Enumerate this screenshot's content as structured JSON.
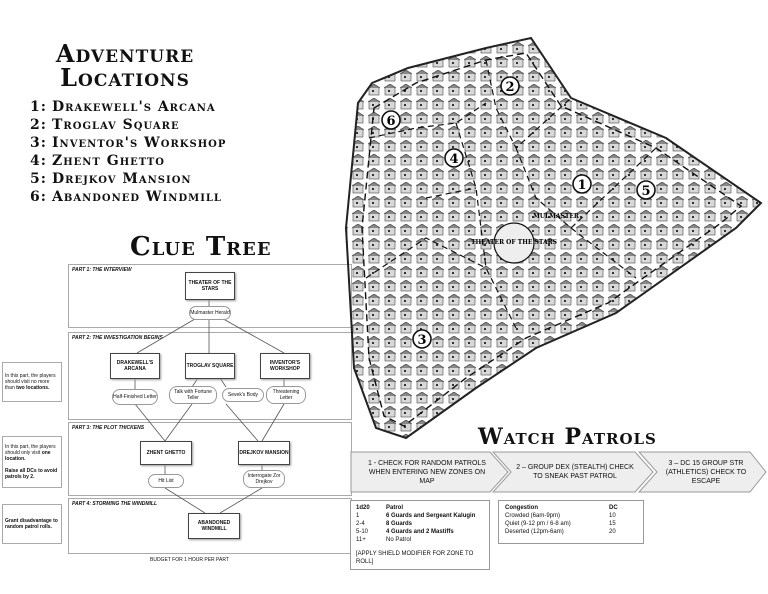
{
  "adventure": {
    "title_line1": "Adventure",
    "title_line2": "Locations",
    "items": [
      {
        "num": "1:",
        "name": "Drakewell's Arcana"
      },
      {
        "num": "2:",
        "name": "Troglav Square"
      },
      {
        "num": "3:",
        "name": "Inventor's Workshop"
      },
      {
        "num": "4:",
        "name": "Zhent Ghetto"
      },
      {
        "num": "5:",
        "name": "Drejkov Mansion"
      },
      {
        "num": "6:",
        "name": "Abandoned Windmill"
      }
    ]
  },
  "clue_tree": {
    "title": "Clue Tree",
    "parts": [
      "PART 1: THE INTERVIEW",
      "PART 2: THE INVESTIGATION BEGINS",
      "PART 3: THE PLOT THICKENS",
      "PART 4: STORMING THE WINDMILL"
    ],
    "nodes": {
      "theater": "THEATER OF THE STARS",
      "drakewell": "DRAKEWELL'S ARCANA",
      "troglav": "TROGLAV SQUARE",
      "inventor": "INVENTOR'S WORKSHOP",
      "zhent": "ZHENT GHETTO",
      "drejkov": "DREJKOV MANSION",
      "windmill": "ABANDONED WINDMILL"
    },
    "clues": {
      "mulmaster": "Mulmaster Herald",
      "half_letter": "Half-Finished Letter",
      "fortune": "Talk with Fortune Teller",
      "sevek": "Sevek's Body",
      "threatening": "Threatening Letter",
      "hit_list": "Hit List",
      "interrogate": "Interrogate Zor Drejkov"
    },
    "notes": {
      "n1_a": "In this part, the players should visit no more than ",
      "n1_b": "two locations.",
      "n2_a": "In this part, the players should only visit ",
      "n2_b": "one location.",
      "n2_c": "Raise all DCs to avoid patrols by 2.",
      "n3": "Grant disadvantage to random patrol rolls."
    },
    "budget": "BUDGET FOR 1 HOUR PER PART"
  },
  "watch": {
    "title": "Watch Patrols",
    "steps": [
      "1 - CHECK FOR RANDOM PATROLS WHEN ENTERING NEW ZONES ON MAP",
      "2 – GROUP DEX (STEALTH) CHECK TO SNEAK PAST PATROL",
      "3 – DC 15 GROUP STR (ATHLETICS) CHECK TO ESCAPE"
    ],
    "patrol_table": {
      "headers": [
        "1d20",
        "Patrol"
      ],
      "rows": [
        [
          "1",
          "6 Guards and Sergeant Kalugin"
        ],
        [
          "2-4",
          "8 Guards"
        ],
        [
          "5-10",
          "4 Guards and 2 Mastiffs"
        ],
        [
          "11+",
          "No Patrol"
        ]
      ],
      "footer": "[APPLY SHIELD MODIFIER FOR ZONE TO ROLL]"
    },
    "congestion_table": {
      "headers": [
        "Congestion",
        "DC"
      ],
      "rows": [
        [
          "Crowded (6am-9pm)",
          "10"
        ],
        [
          "Quiet (9-12 pm / 6-8 am)",
          "15"
        ],
        [
          "Deserted (12pm-6am)",
          "20"
        ]
      ]
    }
  },
  "map": {
    "markers": [
      "1",
      "2",
      "3",
      "4",
      "5",
      "6"
    ],
    "sign1": "THEATER OF THE STARS",
    "sign2": "MULMASTER"
  }
}
